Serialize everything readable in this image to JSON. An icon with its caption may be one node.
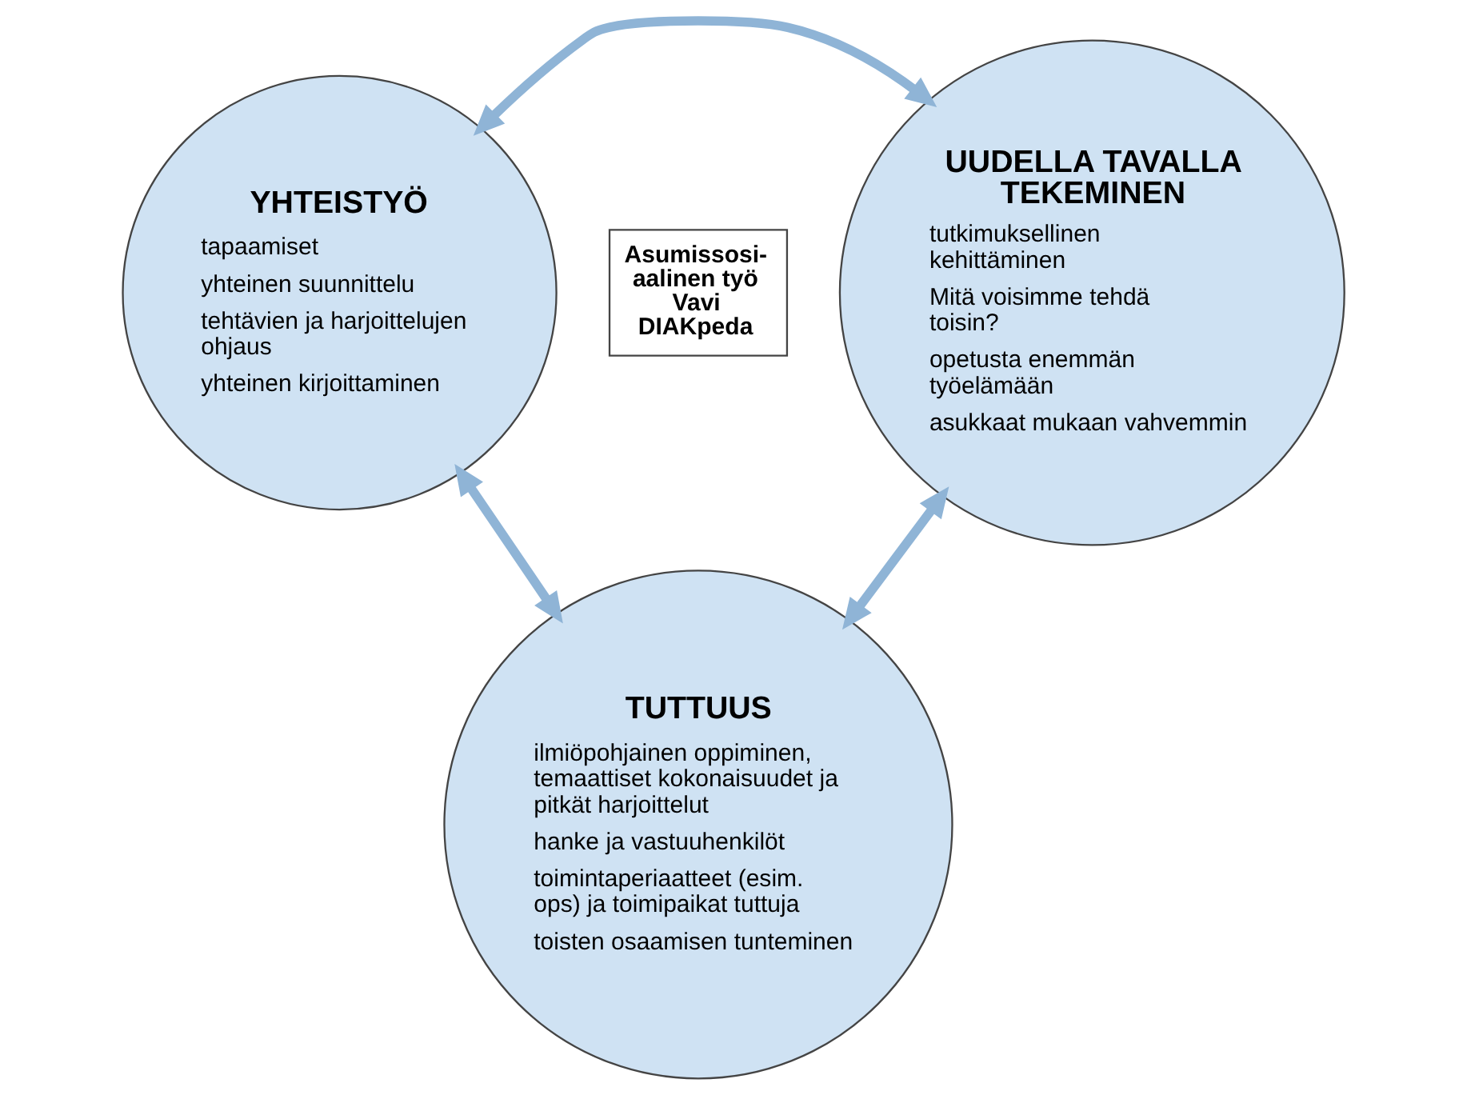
{
  "diagram": {
    "nodes": [
      {
        "text": [
          "YHTEISTYÖ",
          "tapaamiset",
          "yhteinen suunnittelu",
          "tehtävien ja harjoittelujen ohjaus",
          "yhteinen kirjoittaminen"
        ]
      },
      {
        "text": [
          "Asumissosi- aalinen työ Vavi DIAKpeda"
        ]
      },
      {
        "text": [
          "UUDELLA TAVALLA TEKEMINEN",
          "tutkimuksellinen kehittäminen",
          "Mitä voisimme tehdä toisin?",
          "opetusta enemmän työelämään",
          "asukkaat mukaan vahvemmin"
        ]
      },
      {
        "text": [
          "TUTTUUS",
          "ilmiöpohjainen oppiminen, temaattiset kokonaisuudet ja pitkät harjoittelut",
          "hanke ja vastuuhenkilöt",
          "toimintaperiaatteet (esim. ops) ja toimipaikat tuttuja",
          "toisten osaamisen tunteminen"
        ]
      }
    ],
    "edges": [
      {
        "from": 0,
        "to": 2,
        "arrow": "both"
      },
      {
        "from": 0,
        "to": 3,
        "arrow": "both"
      },
      {
        "from": 3,
        "to": 2,
        "arrow": "both"
      }
    ]
  }
}
